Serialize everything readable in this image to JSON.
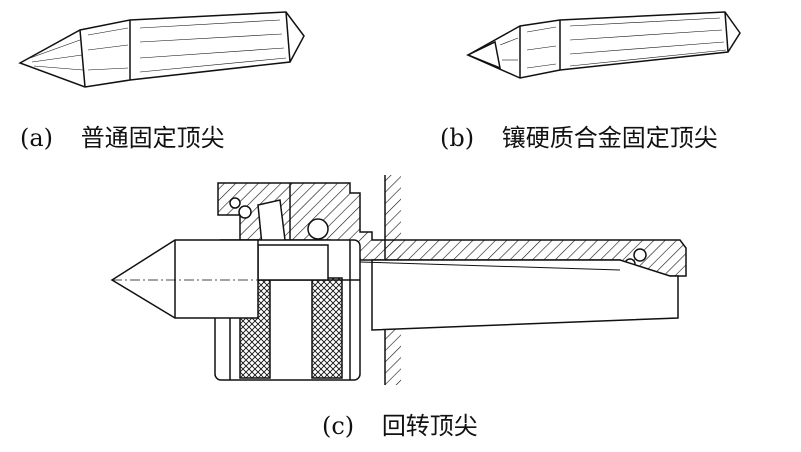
{
  "figure": {
    "captions": {
      "a": {
        "letter": "(a)",
        "text": "普通固定顶尖"
      },
      "b": {
        "letter": "(b)",
        "text": "镶硬质合金固定顶尖"
      },
      "c": {
        "letter": "(c)",
        "text": "回转顶尖"
      }
    }
  }
}
